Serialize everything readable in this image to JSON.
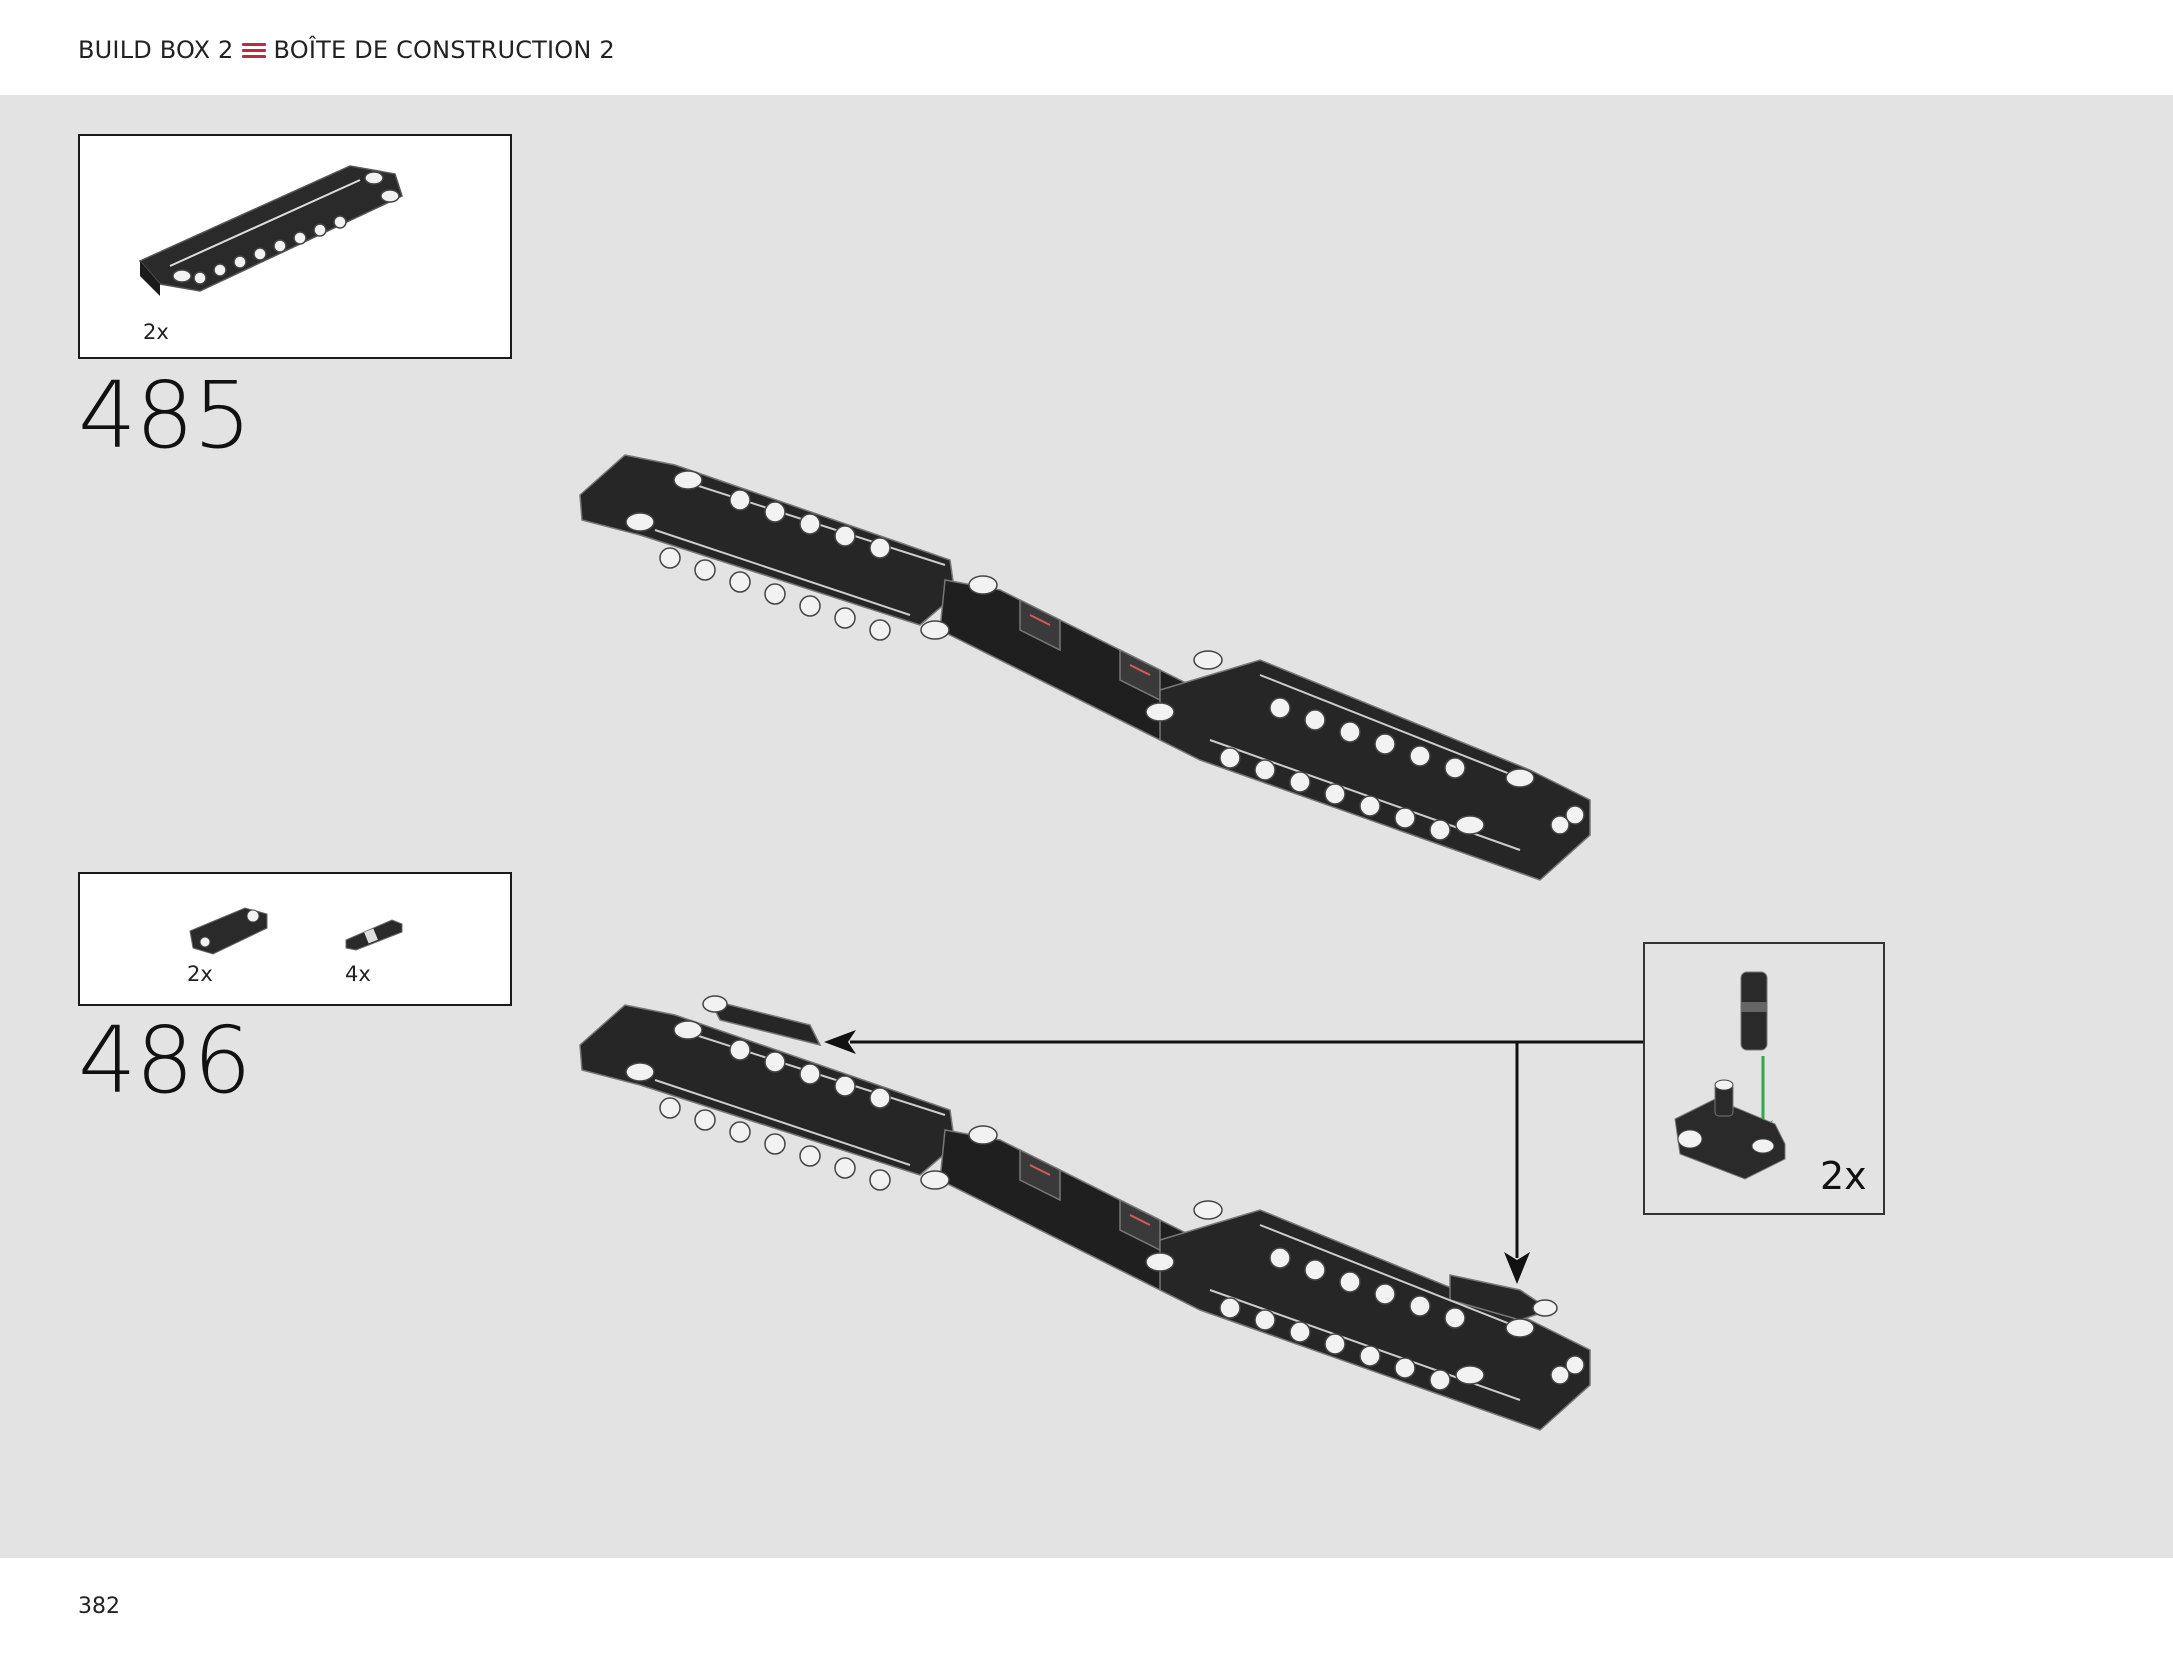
{
  "header": {
    "title_left": "BUILD BOX 2",
    "title_right": "BOÎTE DE CONSTRUCTION 2",
    "separator_icon": "menu-icon",
    "accent_color": "#c02946"
  },
  "steps": [
    {
      "number": "485",
      "parts": [
        {
          "qty": "2x"
        }
      ]
    },
    {
      "number": "486",
      "parts": [
        {
          "qty": "2x"
        },
        {
          "qty": "4x"
        }
      ],
      "callout": {
        "qty": "2x"
      }
    }
  ],
  "colors": {
    "background": "#e3e3e3",
    "part": "#2a2a2a",
    "insert_arrow": "#2fa84f"
  },
  "footer": {
    "page_number": "382"
  }
}
